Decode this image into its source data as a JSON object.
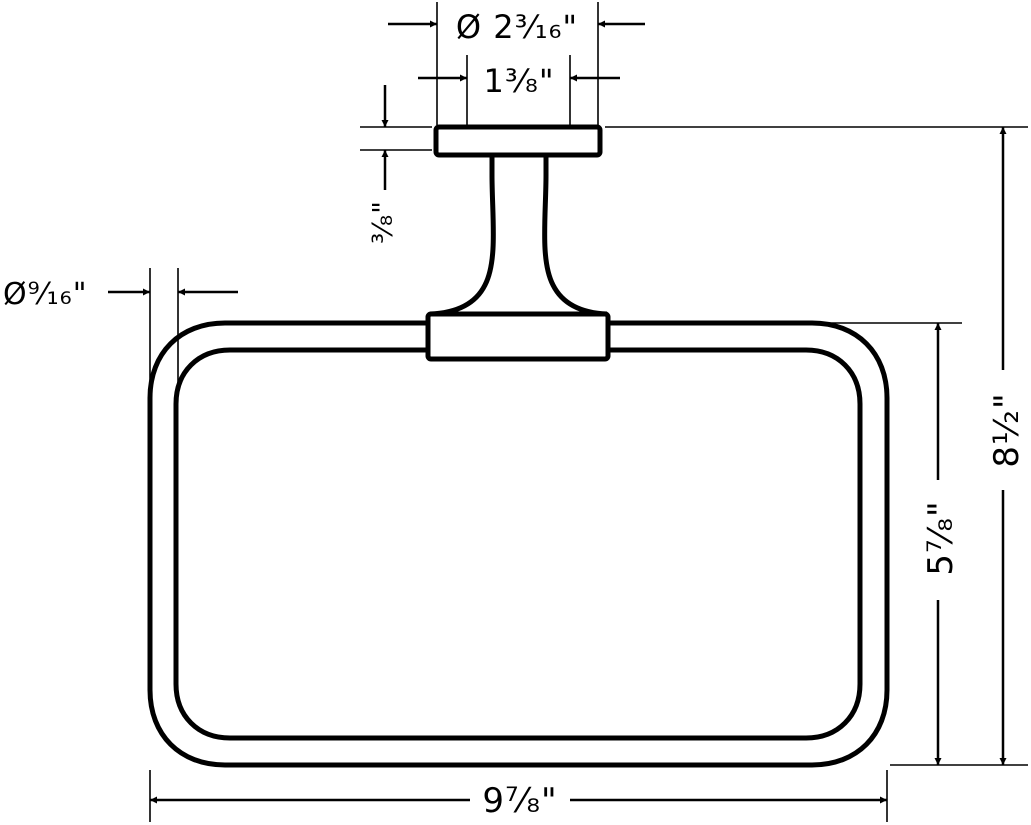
{
  "dimensions": {
    "mount_diameter": "Ø 2³⁄₁₆\"",
    "mount_inner_width": "1³⁄₈\"",
    "mount_thickness": "³⁄₈\"",
    "ring_tube_diameter": "Ø⁹⁄₁₆\"",
    "ring_height": "5⁷⁄₈\"",
    "total_height": "8¹⁄₂\"",
    "ring_width": "9⁷⁄₈\""
  },
  "colors": {
    "line": "#000000",
    "background": "#ffffff"
  }
}
